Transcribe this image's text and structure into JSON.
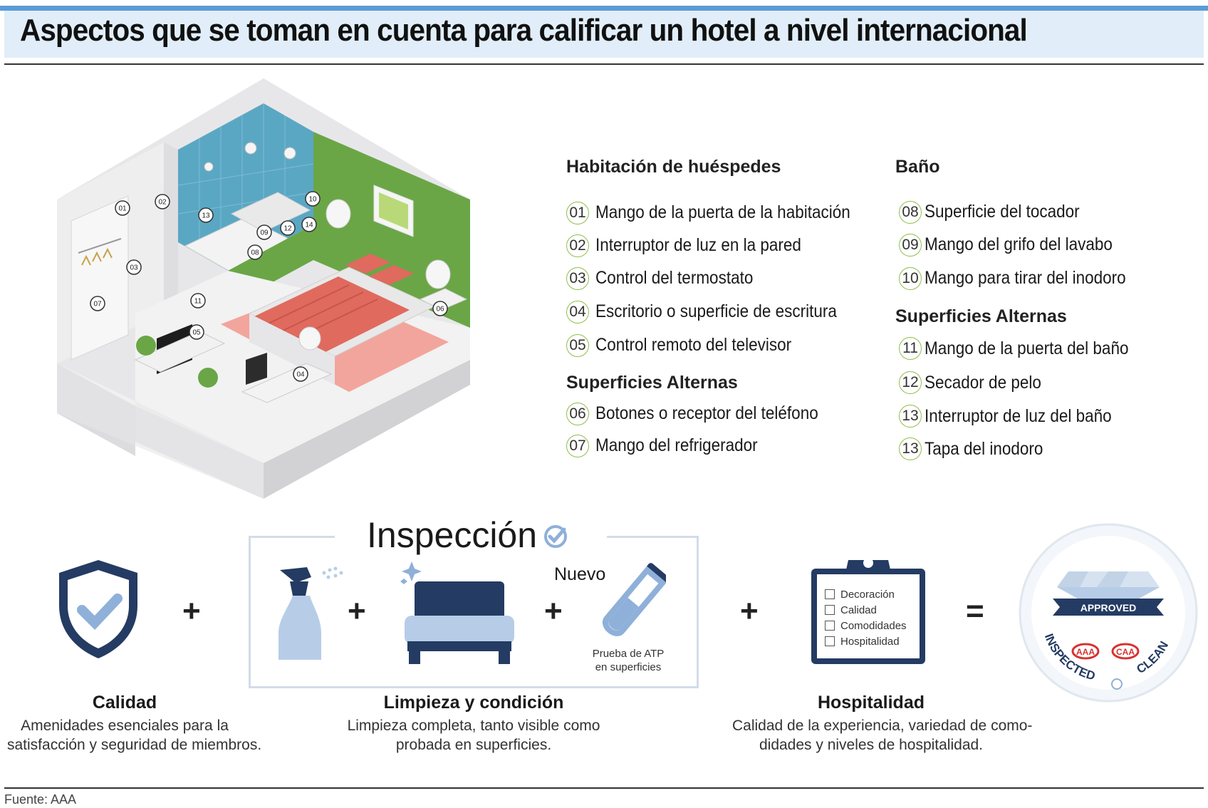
{
  "title": "Aspectos que se toman en cuenta para calificar un hotel a nivel internacional",
  "room_labels": [
    "01",
    "02",
    "03",
    "04",
    "05",
    "06",
    "07",
    "08",
    "09",
    "10",
    "11",
    "12",
    "13",
    "14"
  ],
  "legend": {
    "guest_room": {
      "heading": "Habitación de huéspedes",
      "items": [
        {
          "num": "01",
          "text": "Mango de la puerta de la habitación"
        },
        {
          "num": "02",
          "text": "Interruptor de luz en la pared"
        },
        {
          "num": "03",
          "text": "Control del termostato"
        },
        {
          "num": "04",
          "text": "Escritorio o superficie de escritura"
        },
        {
          "num": "05",
          "text": "Control remoto del televisor"
        }
      ]
    },
    "guest_alt": {
      "heading": "Superficies Alternas",
      "items": [
        {
          "num": "06",
          "text": "Botones o receptor del teléfono"
        },
        {
          "num": "07",
          "text": "Mango del refrigerador"
        }
      ]
    },
    "bath": {
      "heading": "Baño",
      "items": [
        {
          "num": "08",
          "text": "Superficie del tocador"
        },
        {
          "num": "09",
          "text": "Mango del grifo del lavabo"
        },
        {
          "num": "10",
          "text": "Mango para tirar del inodoro"
        }
      ]
    },
    "bath_alt": {
      "heading": "Superficies Alternas",
      "items": [
        {
          "num": "11",
          "text": "Mango de la puerta del baño"
        },
        {
          "num": "12",
          "text": "Secador de pelo"
        },
        {
          "num": "13",
          "text": "Interruptor de luz del baño"
        },
        {
          "num": "13",
          "text": "Tapa del inodoro"
        }
      ]
    }
  },
  "inspection": {
    "title": "Inspección",
    "nuevo": "Nuevo",
    "atp_line1": "Prueba de ATP",
    "atp_line2": "en superficies"
  },
  "operators": {
    "plus": "+",
    "equals": "="
  },
  "checklist": [
    "Decoración",
    "Calidad",
    "Comodidades",
    "Hospitalidad"
  ],
  "badge": {
    "approved": "APPROVED",
    "word_left": "INSPECTED",
    "word_right": "CLEAN",
    "logo_aaa": "AAA",
    "logo_caa": "CAA"
  },
  "captions": {
    "quality": {
      "title": "Calidad",
      "line1": "Amenidades esenciales para la",
      "line2": "satisfacción y seguridad de miembros."
    },
    "cleaning": {
      "title": "Limpieza y condición",
      "line1": "Limpieza completa, tanto visible como",
      "line2": "probada en superficies."
    },
    "hospitality": {
      "title": "Hospitalidad",
      "line1": "Calidad de la experiencia, variedad de como-",
      "line2": "didades y niveles de hospitalidad."
    }
  },
  "source": "Fuente: AAA",
  "colors": {
    "accent_blue": "#5b9bd5",
    "navy": "#243b63",
    "light_blue": "#b7cde7",
    "green_wall": "#6aa646",
    "teal_tile": "#5aa7c4",
    "bed_red": "#e06a5e"
  }
}
